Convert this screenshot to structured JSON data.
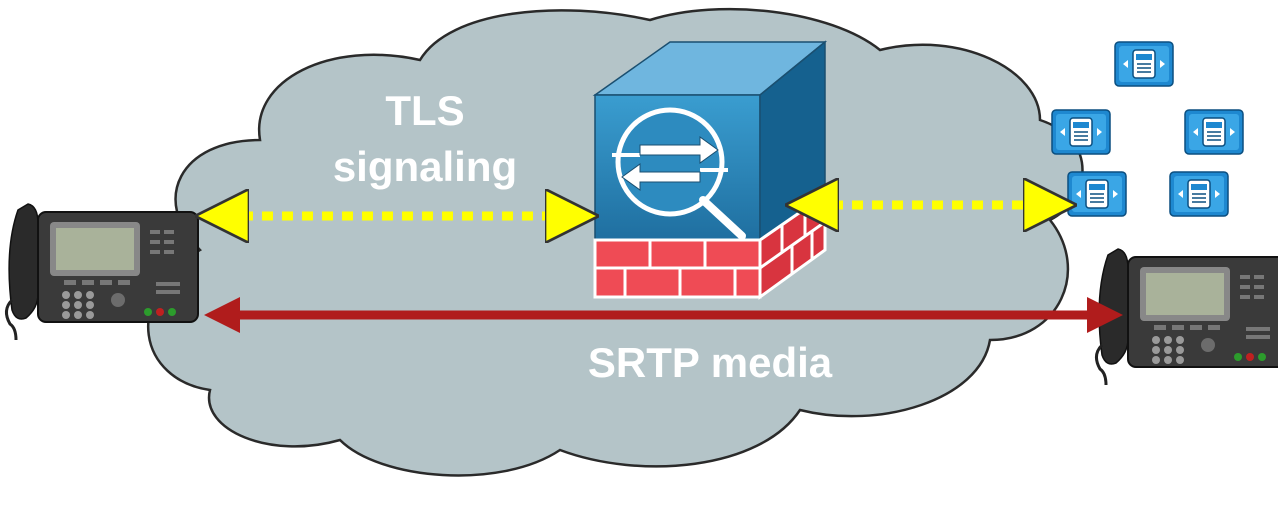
{
  "labels": {
    "tls_line1": "TLS",
    "tls_line2": "signaling",
    "srtp": "SRTP media"
  },
  "colors": {
    "cloud_fill": "#b4c4c8",
    "cloud_stroke": "#2a2a2a",
    "signaling_arrow": "#ffff00",
    "media_arrow": "#b01c1c",
    "appliance_blue": "#2d8bbf",
    "firewall_red": "#ef4b55",
    "server_icon": "#1e88d0"
  },
  "icons": {
    "security_appliance": "firewall-inspection-icon",
    "call_manager": "call-manager-server-icon",
    "ip_phone": "ip-phone-icon"
  },
  "server_cluster_count": 5
}
